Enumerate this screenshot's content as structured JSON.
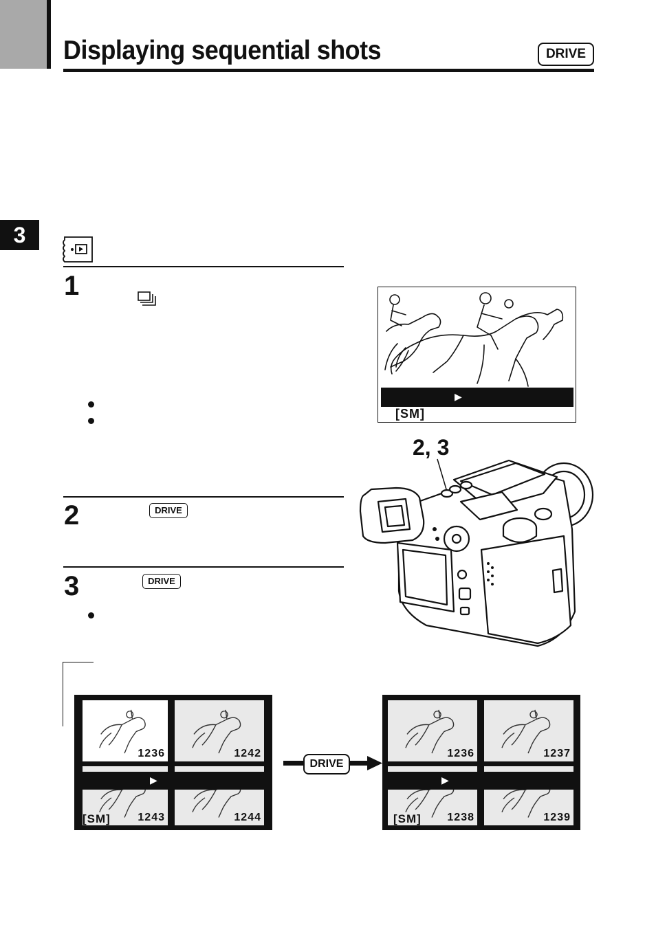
{
  "header": {
    "title": "Displaying sequential shots",
    "drive_label": "DRIVE"
  },
  "chapter": {
    "number": "3"
  },
  "steps": [
    {
      "number": "1"
    },
    {
      "number": "2",
      "button_label": "DRIVE"
    },
    {
      "number": "3",
      "button_label": "DRIVE"
    }
  ],
  "camera_callout": "2, 3",
  "lcd_preview": {
    "mode_label": "[SM]"
  },
  "index_before": {
    "frames": [
      "1236",
      "1242",
      "1243",
      "1244"
    ],
    "mode_label": "[SM]"
  },
  "index_after": {
    "frames": [
      "1236",
      "1237",
      "1238",
      "1239"
    ],
    "mode_label": "[SM]"
  },
  "transition_button": "DRIVE",
  "icons": {
    "mode": "playback-mode-icon",
    "sequential": "sequential-shots-icon",
    "arrow": "arrow-right-icon"
  }
}
